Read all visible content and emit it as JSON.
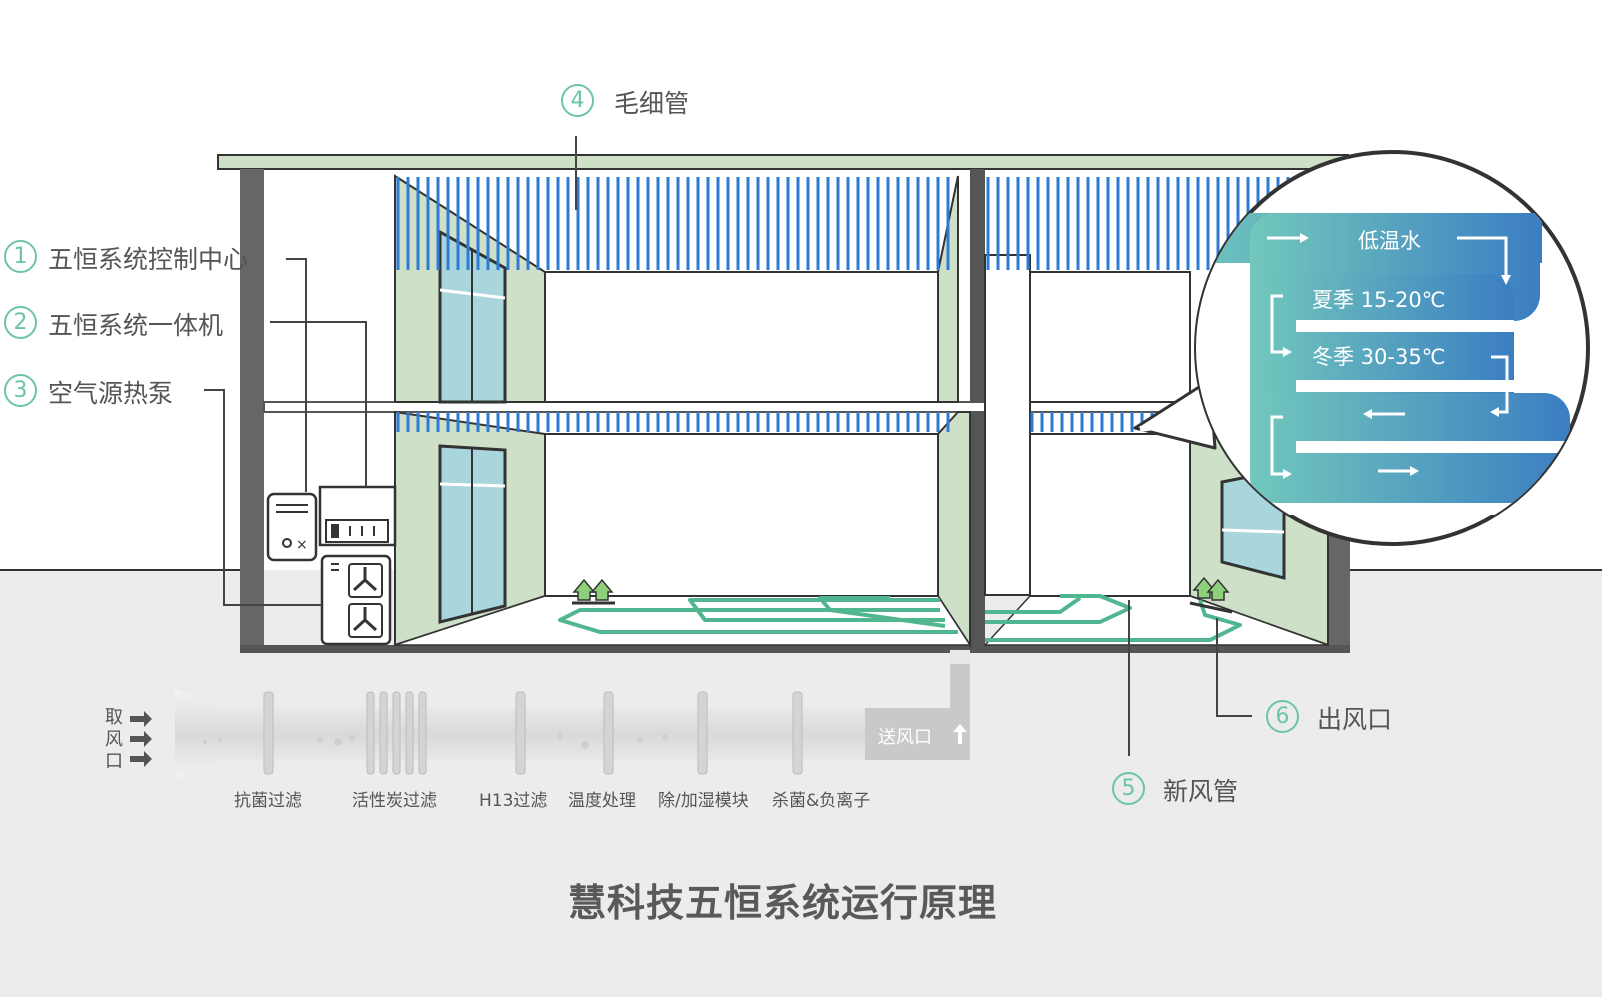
{
  "colors": {
    "pipe_blue": "#2e7bd6",
    "wall_green": "#cfe0c9",
    "floor_pipe_green": "#4fb68f",
    "callout_accent": "#6cc4a6",
    "window_blue": "#a9d6dd",
    "ground_gray": "#ececec",
    "bubble_gradient": [
      "#6ec4bd",
      "#3d7fc0"
    ]
  },
  "callouts": [
    {
      "num": "1",
      "label": "五恒系统控制中心"
    },
    {
      "num": "2",
      "label": "五恒系统一体机"
    },
    {
      "num": "3",
      "label": "空气源热泵"
    },
    {
      "num": "4",
      "label": "毛细管"
    },
    {
      "num": "5",
      "label": "新风管"
    },
    {
      "num": "6",
      "label": "出风口"
    }
  ],
  "water_bubble": {
    "title": "低温水",
    "summer": "夏季 15-20℃",
    "winter": "冬季 30-35℃"
  },
  "fresh_air": {
    "intake": [
      "取",
      "风",
      "口"
    ],
    "supply": "送风口",
    "filters": [
      "抗菌过滤",
      "活性炭过滤",
      "H13过滤",
      "温度处理",
      "除/加湿模块",
      "杀菌&负离子"
    ]
  },
  "title": "慧科技五恒系统运行原理",
  "icons": [
    "arrow-right-icon",
    "arrow-up-icon",
    "fan-icon",
    "control-panel-icon"
  ]
}
